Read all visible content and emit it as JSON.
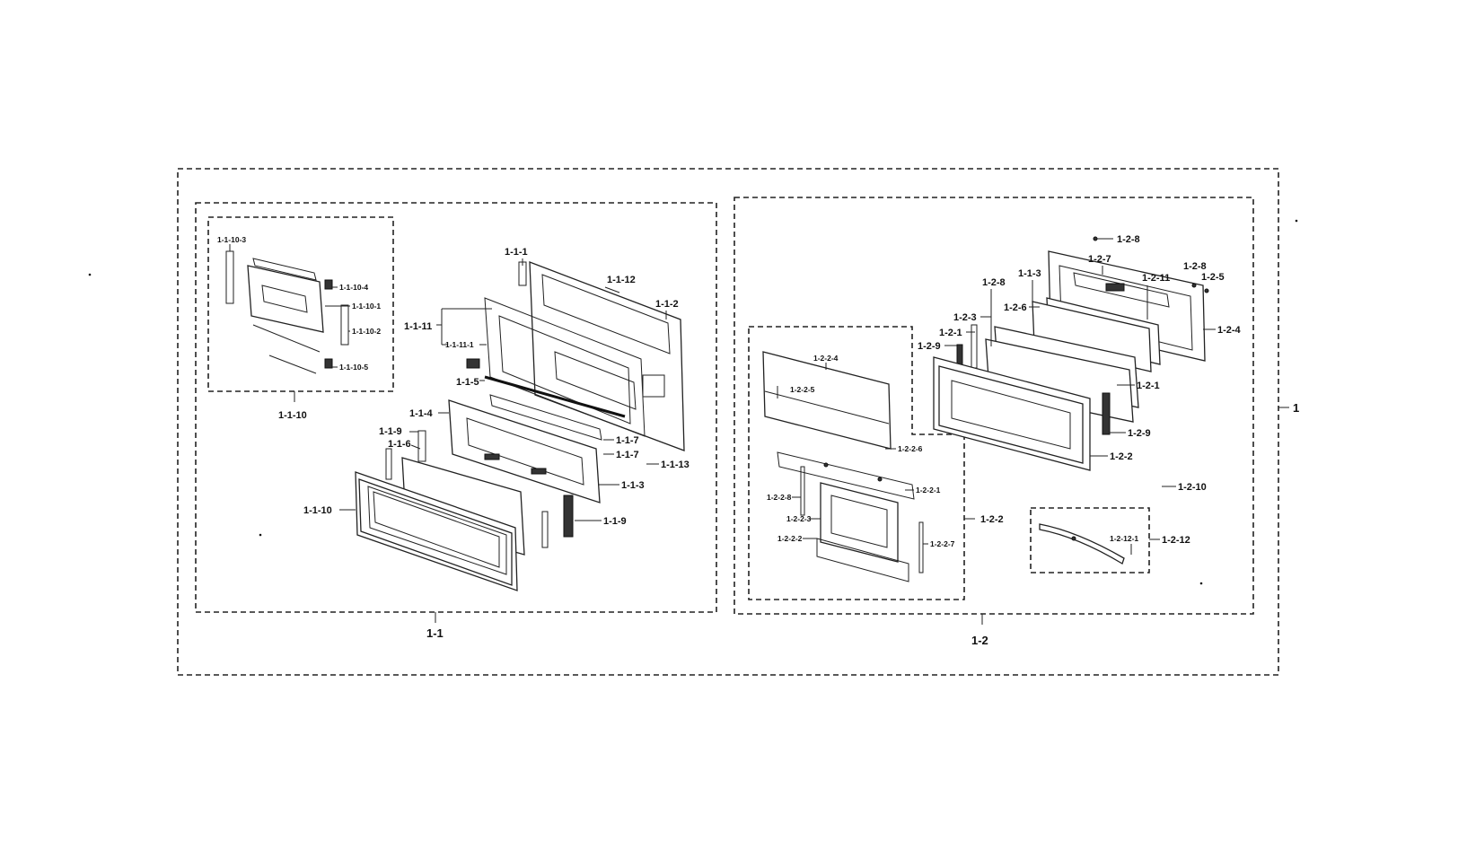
{
  "diagram": {
    "labels": {
      "root": "1",
      "g11": "1-1",
      "g12": "1-2",
      "l_1_1_1": "1-1-1",
      "l_1_1_12": "1-1-12",
      "l_1_1_2": "1-1-2",
      "l_1_1_11": "1-1-11",
      "l_1_1_11_1": "1-1-11-1",
      "l_1_1_5": "1-1-5",
      "l_1_1_4": "1-1-4",
      "l_1_1_9a": "1-1-9",
      "l_1_1_6": "1-1-6",
      "l_1_1_7a": "1-1-7",
      "l_1_1_7b": "1-1-7",
      "l_1_1_13": "1-1-13",
      "l_1_1_3": "1-1-3",
      "l_1_1_9b": "1-1-9",
      "l_1_1_10": "1-1-10",
      "l_1_1_10_box": "1-1-10",
      "l_1_1_10_3": "1-1-10-3",
      "l_1_1_10_4": "1-1-10-4",
      "l_1_1_10_1": "1-1-10-1",
      "l_1_1_10_2": "1-1-10-2",
      "l_1_1_10_5": "1-1-10-5",
      "l_1_2_8a": "1-2-8",
      "l_1_2_7": "1-2-7",
      "l_1_2_8b": "1-2-8",
      "l_1_2_5": "1-2-5",
      "l_1_2_8c": "1-2-8",
      "l_1_1_3r": "1-1-3",
      "l_1_2_11": "1-2-11",
      "l_1_2_6": "1-2-6",
      "l_1_2_3": "1-2-3",
      "l_1_2_1a": "1-2-1",
      "l_1_2_9a": "1-2-9",
      "l_1_2_4": "1-2-4",
      "l_1_2_1b": "1-2-1",
      "l_1_2_9b": "1-2-9",
      "l_1_2_2": "1-2-2",
      "l_1_2_10": "1-2-10",
      "l_1_2_2_4": "1-2-2-4",
      "l_1_2_2_5": "1-2-2-5",
      "l_1_2_2_6": "1-2-2-6",
      "l_1_2_2_1": "1-2-2-1",
      "l_1_2_2_8": "1-2-2-8",
      "l_1_2_2_3": "1-2-2-3",
      "l_1_2_2_2": "1-2-2-2",
      "l_1_2_2_7": "1-2-2-7",
      "l_1_2_2_box": "1-2-2",
      "l_1_2_12_1": "1-2-12-1",
      "l_1_2_12": "1-2-12"
    }
  }
}
